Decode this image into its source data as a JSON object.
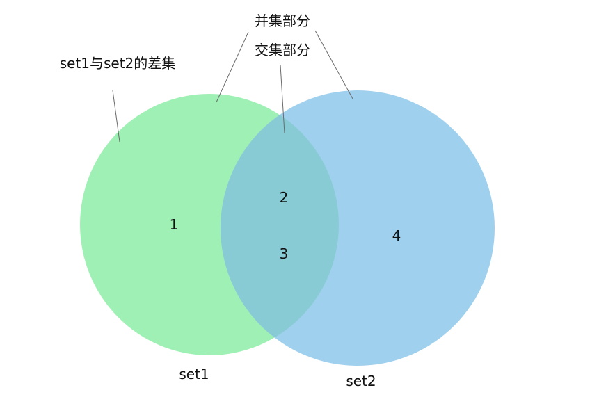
{
  "diagram": {
    "sets": [
      {
        "name": "set1",
        "color": "#9ff0b4"
      },
      {
        "name": "set2",
        "color": "#9fd0ee"
      }
    ],
    "overlap_color": "#88cbd4",
    "values": [
      "1",
      "2",
      "3",
      "4"
    ],
    "annotations": {
      "union": "并集部分",
      "intersection": "交集部分",
      "difference": "set1与set2的差集"
    }
  }
}
